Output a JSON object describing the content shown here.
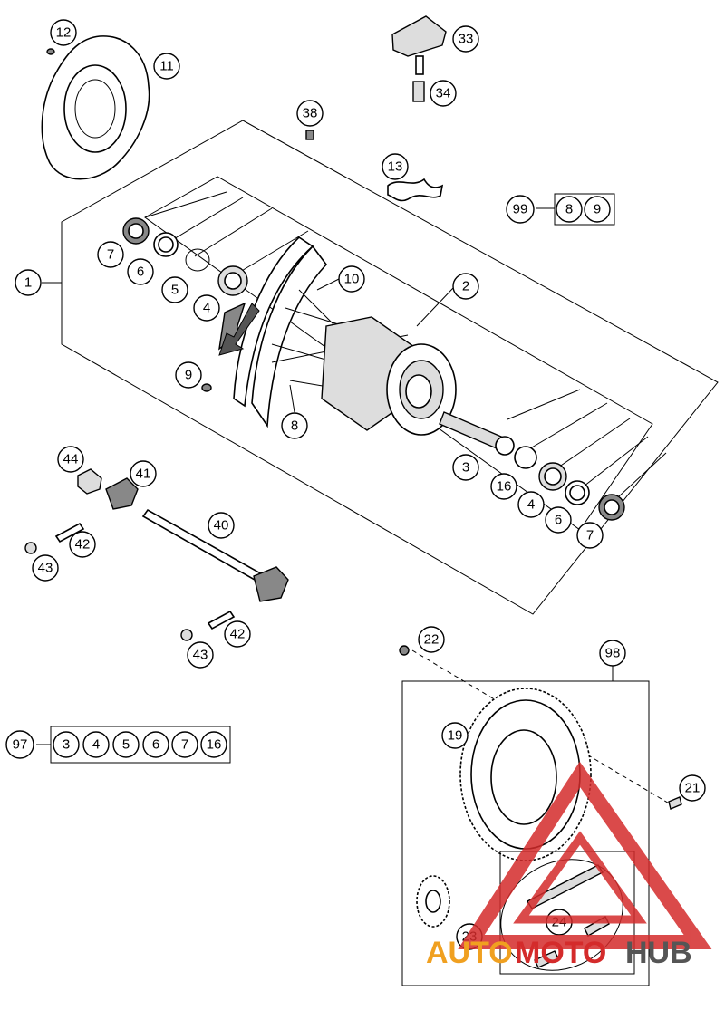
{
  "callouts": {
    "c1": "1",
    "c2": "2",
    "c3a": "3",
    "c4a": "4",
    "c4b": "4",
    "c5": "5",
    "c6a": "6",
    "c6b": "6",
    "c7a": "7",
    "c7b": "7",
    "c8": "8",
    "c9": "9",
    "c10": "10",
    "c11": "11",
    "c12": "12",
    "c13": "13",
    "c16": "16",
    "c19": "19",
    "c21": "21",
    "c22": "22",
    "c23": "23",
    "c24": "24",
    "c33": "33",
    "c34": "34",
    "c38": "38",
    "c40": "40",
    "c41": "41",
    "c42a": "42",
    "c42b": "42",
    "c43a": "43",
    "c43b": "43",
    "c44": "44",
    "c98": "98"
  },
  "kit_99": {
    "label": "99",
    "items": [
      "8",
      "9"
    ]
  },
  "kit_97": {
    "label": "97",
    "items": [
      "3",
      "4",
      "5",
      "6",
      "7",
      "16"
    ]
  },
  "watermark": {
    "part1": "AUTO",
    "part2": "MOTO",
    "part3": "HUB",
    "color_red": "#d42b2b",
    "color_orange": "#f0a020",
    "color_gray": "#555555"
  }
}
